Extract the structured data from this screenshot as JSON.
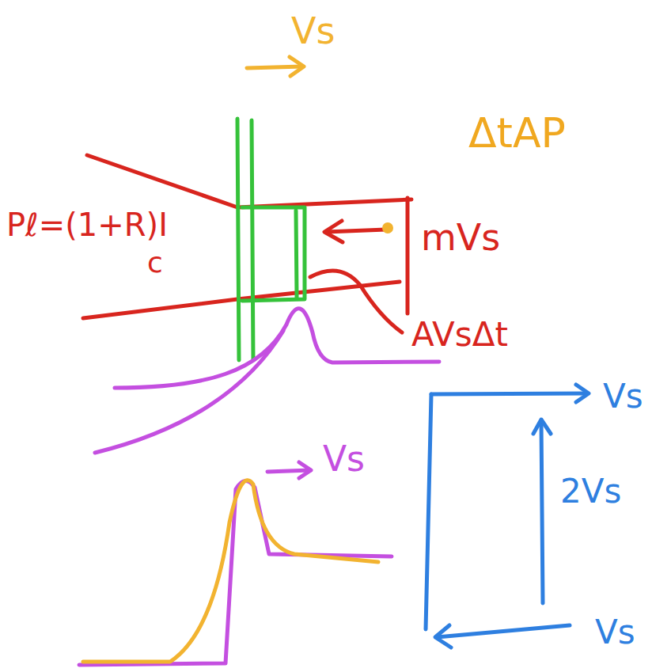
{
  "diagram": {
    "labels": [
      "Vs",
      "ΔtAP",
      "Pℓ=(1+R)I",
      "c",
      "mVs",
      "AVsΔt",
      "Vs",
      "Vs",
      "2Vs",
      "Vs"
    ]
  }
}
